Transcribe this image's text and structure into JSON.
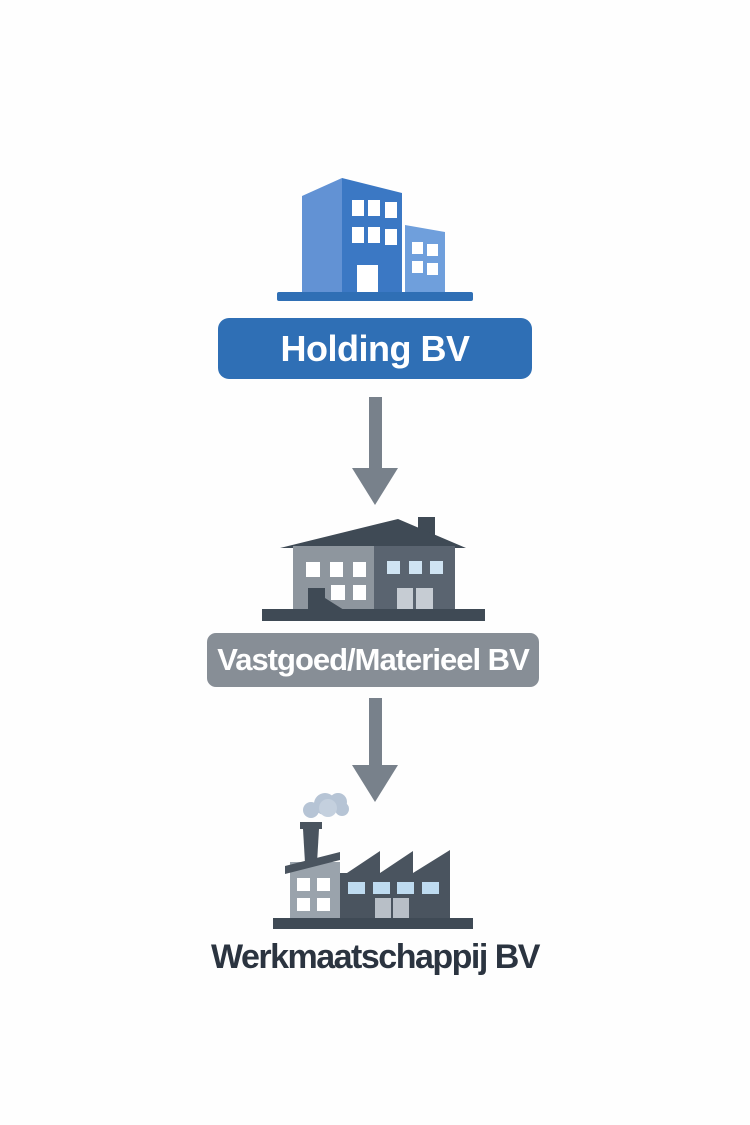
{
  "diagram": {
    "background": "#fefefe",
    "nodes": [
      {
        "id": "holding",
        "label": "Holding BV",
        "icon": "office-building-icon",
        "banner_color": "#2f6fb5",
        "label_color": "#ffffff"
      },
      {
        "id": "vastgoed-materieel",
        "label": "Vastgoed/Materieel BV",
        "icon": "house-icon",
        "banner_color": "#878e96",
        "label_color": "#ffffff"
      },
      {
        "id": "werkmaatschappij",
        "label": "Werkmaatschappij BV",
        "icon": "factory-icon",
        "banner_color": "none",
        "label_color": "#2b3440"
      }
    ],
    "connectors": [
      {
        "from": "Holding BV",
        "to": "Vastgoed/Materieel BV",
        "shape": "arrow-down",
        "color": "#78818b"
      },
      {
        "from": "Vastgoed/Materieel BV",
        "to": "Werkmaatschappij BV",
        "shape": "arrow-down",
        "color": "#78818b"
      }
    ],
    "palette": {
      "blue_banner": "#2f6fb5",
      "blue_building_front": "#3b78c4",
      "blue_building_side": "#6292d4",
      "blue_building_annex": "#6f9fdc",
      "gray_banner": "#878e96",
      "slate_dark": "#3f4a55",
      "slate_mid": "#5a6470",
      "slate_body": "#4a545f",
      "gray_building_light": "#9aa3ac",
      "window_white": "#ffffff",
      "window_blue": "#cfe3f2",
      "door_gray": "#c6ccd3",
      "smoke": "#b6c4d5",
      "arrow": "#78818b",
      "text_dark": "#2b3440"
    }
  }
}
